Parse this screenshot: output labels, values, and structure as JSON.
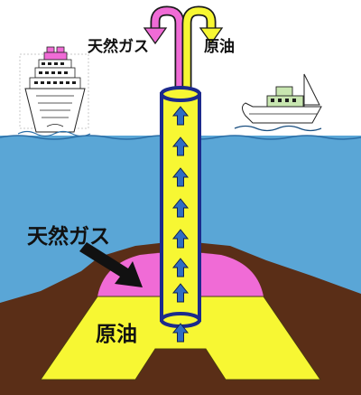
{
  "labels": {
    "gas_top": "天然ガス",
    "oil_top": "原油",
    "gas_layer": "天然ガス",
    "oil_layer": "原油"
  },
  "colors": {
    "sky": "#ffffff",
    "sea": "#5aa6d6",
    "ground": "#5a2e17",
    "gas": "#f06bd6",
    "oil": "#f7f733",
    "pipe_outline": "#1c2a8c",
    "flow_arrow": "#2f6dc2",
    "gas_arrow": "#f06bd6",
    "oil_arrow": "#f7f733"
  },
  "icons": [
    "cruise-ship-icon",
    "boat-icon",
    "flow-up-arrow-icon",
    "pointer-arrow-icon"
  ]
}
